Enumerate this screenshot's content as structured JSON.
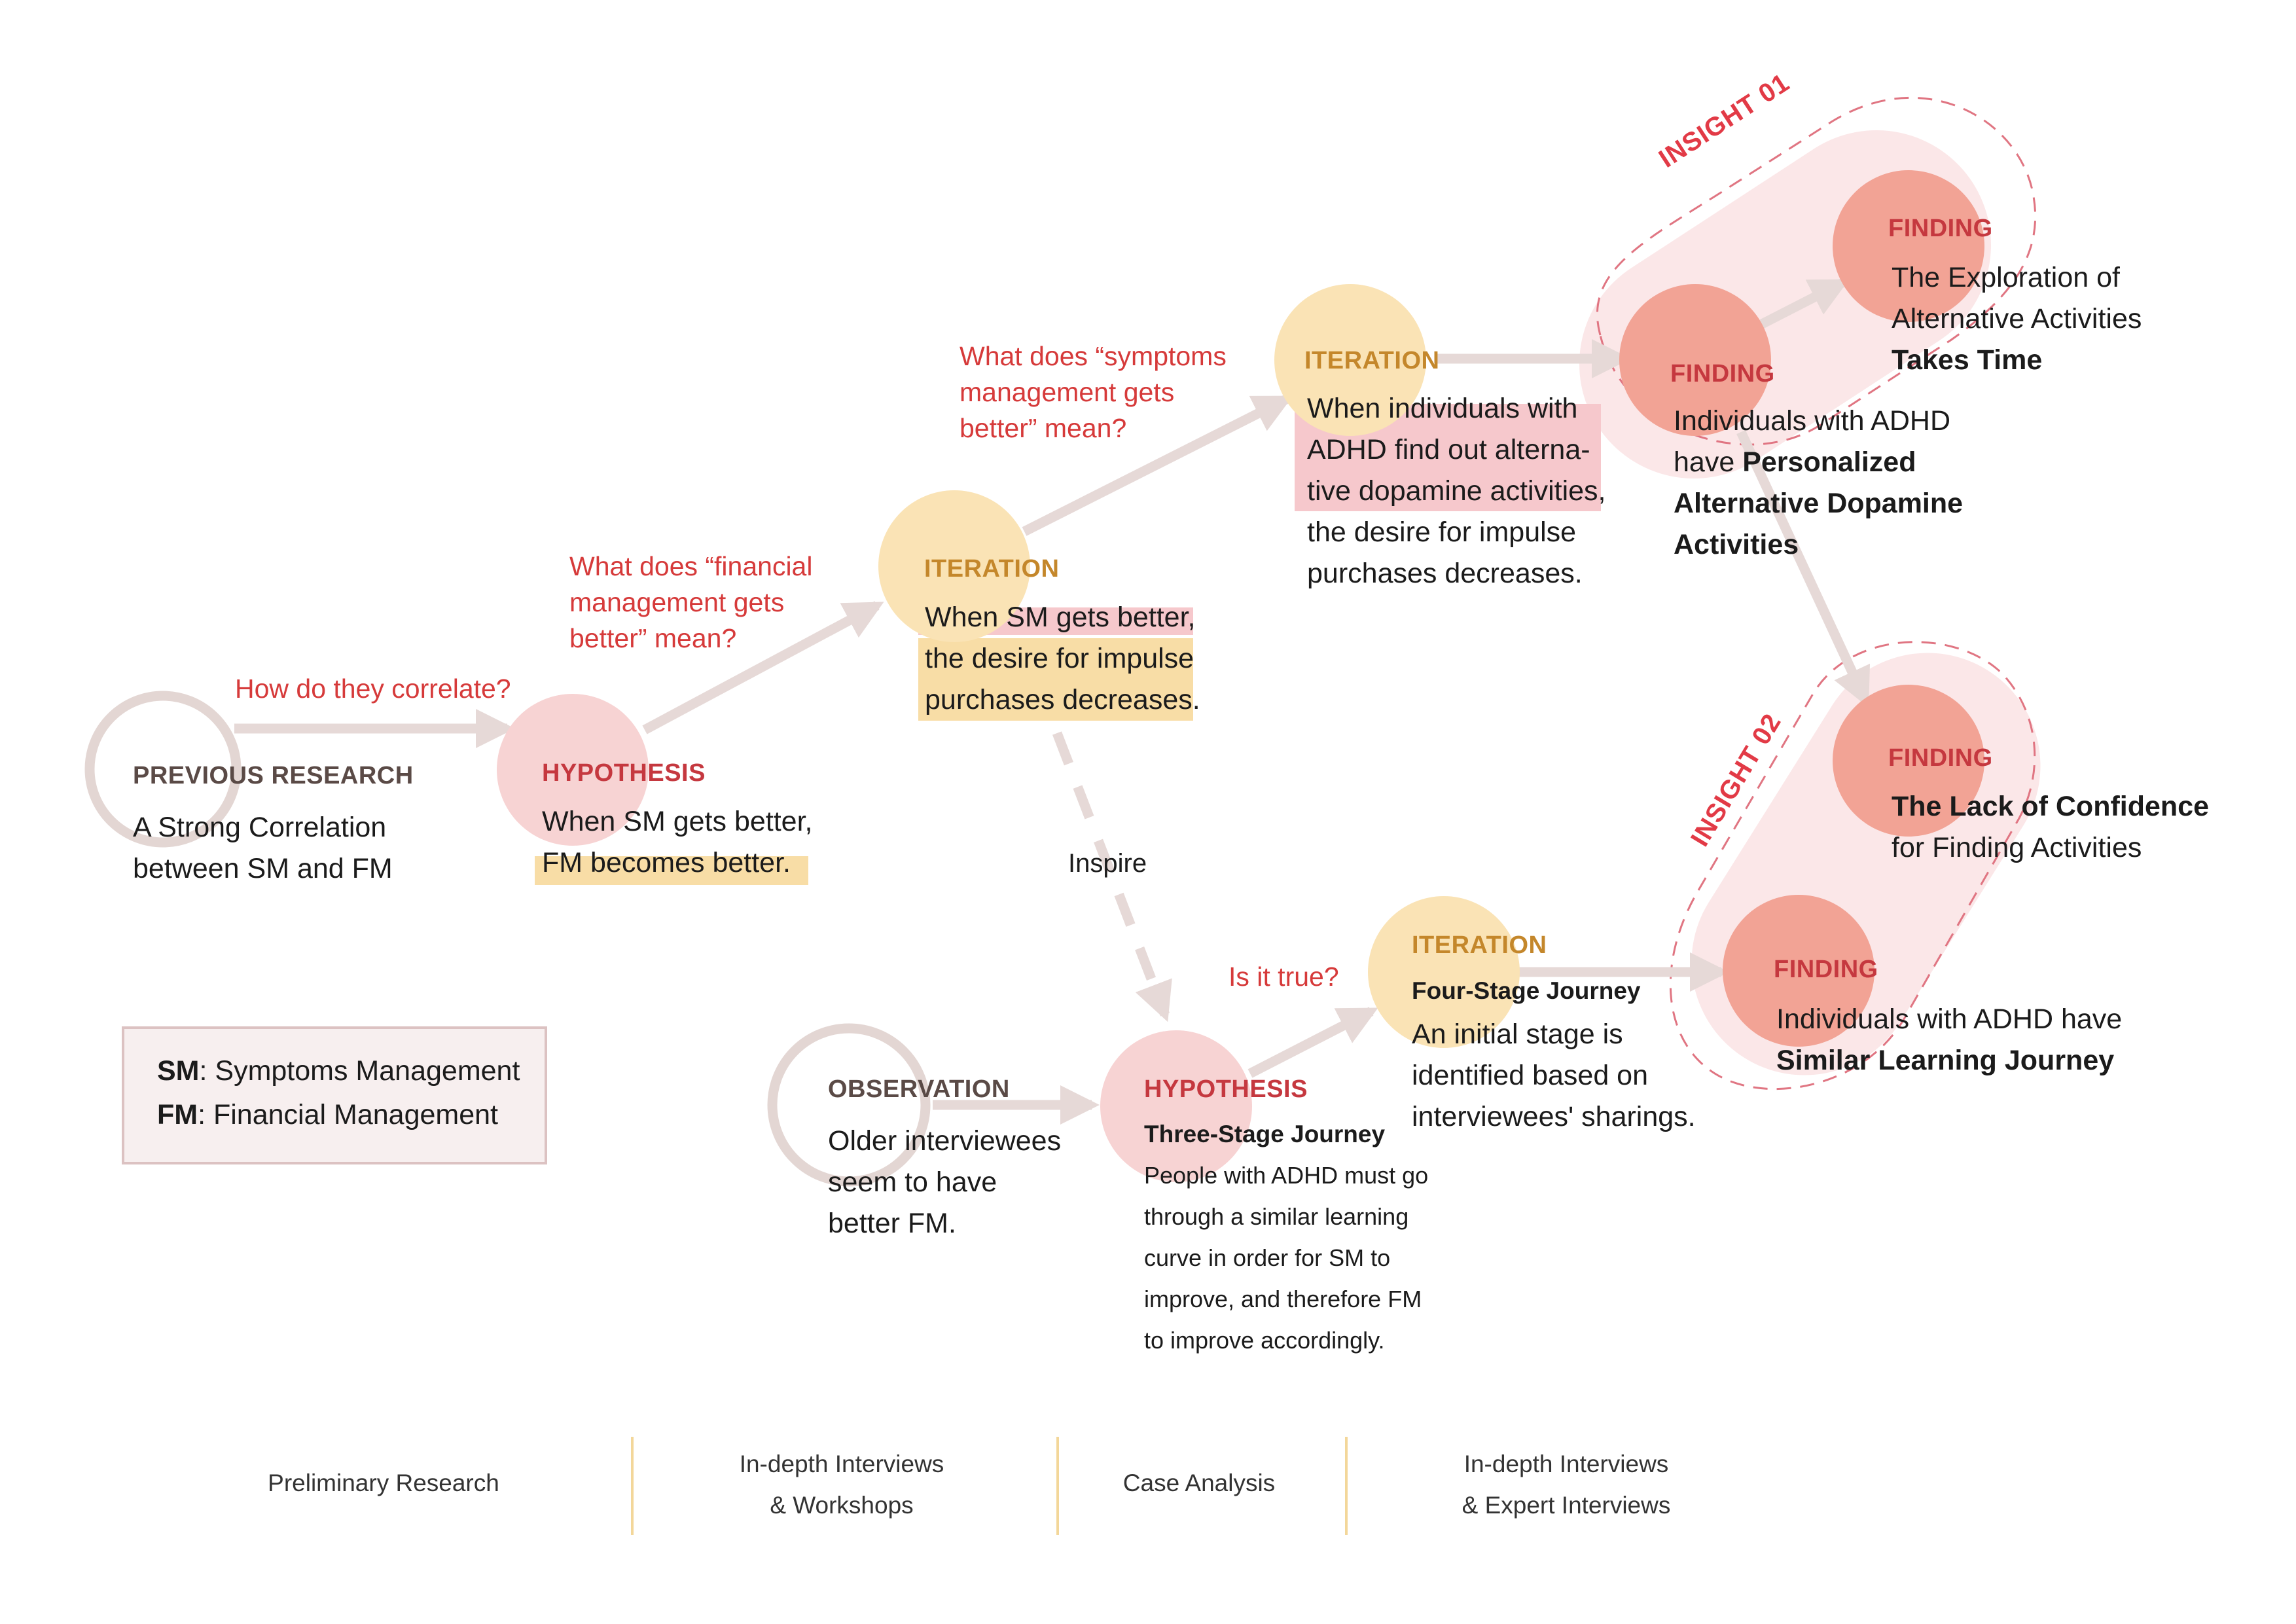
{
  "nodes": {
    "previous_research": {
      "label": "PREVIOUS RESEARCH",
      "lines": [
        "A Strong Correlation",
        "between SM and FM"
      ]
    },
    "hypothesis_1": {
      "label": "HYPOTHESIS",
      "lines": [
        "When SM gets better,",
        "FM becomes better."
      ]
    },
    "iteration_1": {
      "label": "ITERATION",
      "lines": [
        "When SM gets better,",
        "the desire for impulse",
        "purchases decreases."
      ]
    },
    "iteration_2": {
      "label": "ITERATION",
      "lines": [
        "When individuals with",
        "ADHD find out alterna-",
        "tive dopamine activities,",
        "the desire for impulse",
        "purchases decreases."
      ]
    },
    "finding_1": {
      "label": "FINDING",
      "line1": "Individuals with ADHD",
      "line2_prefix": "have ",
      "line2_bold": "Personalized",
      "line3_bold": "Alternative Dopamine",
      "line4_bold": "Activities"
    },
    "finding_2": {
      "label": "FINDING",
      "line1": "The Exploration of",
      "line2": "Alternative Activities",
      "line3_bold": "Takes Time"
    },
    "finding_3": {
      "label": "FINDING",
      "line1_bold": "The Lack of Confidence",
      "line2": "for Finding Activities"
    },
    "finding_4": {
      "label": "FINDING",
      "line1": "Individuals with ADHD have",
      "line2_bold": "Similar Learning Journey"
    },
    "observation": {
      "label": "OBSERVATION",
      "lines": [
        "Older interviewees",
        "seem to have",
        "better FM."
      ]
    },
    "hypothesis_2": {
      "label": "HYPOTHESIS",
      "subtitle": "Three-Stage Journey",
      "lines": [
        "People with ADHD must go",
        "through a similar learning",
        "curve in order for SM to",
        "improve, and therefore FM",
        "to improve accordingly."
      ]
    },
    "iteration_3": {
      "label": "ITERATION",
      "subtitle": "Four-Stage Journey",
      "lines": [
        "An initial stage is",
        "identified based on",
        "interviewees' sharings."
      ]
    }
  },
  "questions": {
    "q1": "How do they correlate?",
    "q2": [
      "What does “financial",
      "management gets",
      "better” mean?"
    ],
    "q3": [
      "What does “symptoms",
      "management gets",
      "better” mean?"
    ],
    "q4": "Is it true?"
  },
  "inspire": "Inspire",
  "insights": {
    "insight_1": "INSIGHT 01",
    "insight_2": "INSIGHT 02"
  },
  "legend": {
    "sm_abbr": "SM",
    "sm_text": ": Symptoms Management",
    "fm_abbr": "FM",
    "fm_text": ": Financial Management"
  },
  "phases": {
    "p1": "Preliminary Research",
    "p2": [
      "In-depth Interviews",
      "& Workshops"
    ],
    "p3": "Case Analysis",
    "p4": [
      "In-depth Interviews",
      " & Expert Interviews"
    ]
  },
  "colors": {
    "research_ring": "#e3d6d3",
    "hypothesis_fill": "#f7d3d3",
    "iteration_fill": "#fae3b5",
    "finding_fill": "#f2a395",
    "insight_fill": "#fbe7e8",
    "insight_border": "#e07582",
    "arrow": "#e6d9d7",
    "phase_divider": "#f3d79a",
    "highlight_pink": "#f6c8cc",
    "highlight_yellow": "#f8dda6",
    "question_red": "#d63a3a"
  }
}
